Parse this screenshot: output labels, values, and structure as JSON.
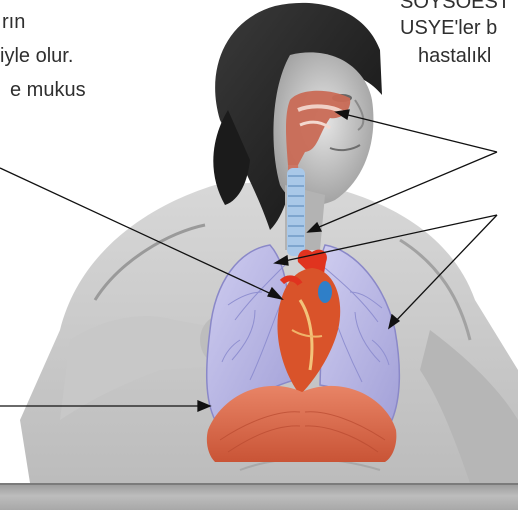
{
  "text_fragments": {
    "left_line_1": "rın",
    "left_line_2": "iyle olur.",
    "left_line_3": "e mukus",
    "right_line_1": "SOYSOEST",
    "right_line_2": "USYE'ler b",
    "right_line_3": "hastalıkl"
  },
  "colors": {
    "lung": "#b9b8e6",
    "lung_vessels": "#8f8fd0",
    "trachea": "#a9c8e8",
    "heart": "#d9532a",
    "aorta": "#e0331f",
    "pulmonary_vein": "#2f7fc8",
    "diaphragm": "#e07052",
    "upper_airway": "#c96a55"
  },
  "illustration": {
    "subject": "woman-in-hoodie-with-respiratory-system-overlay",
    "annotation_arrow_count": 6
  }
}
